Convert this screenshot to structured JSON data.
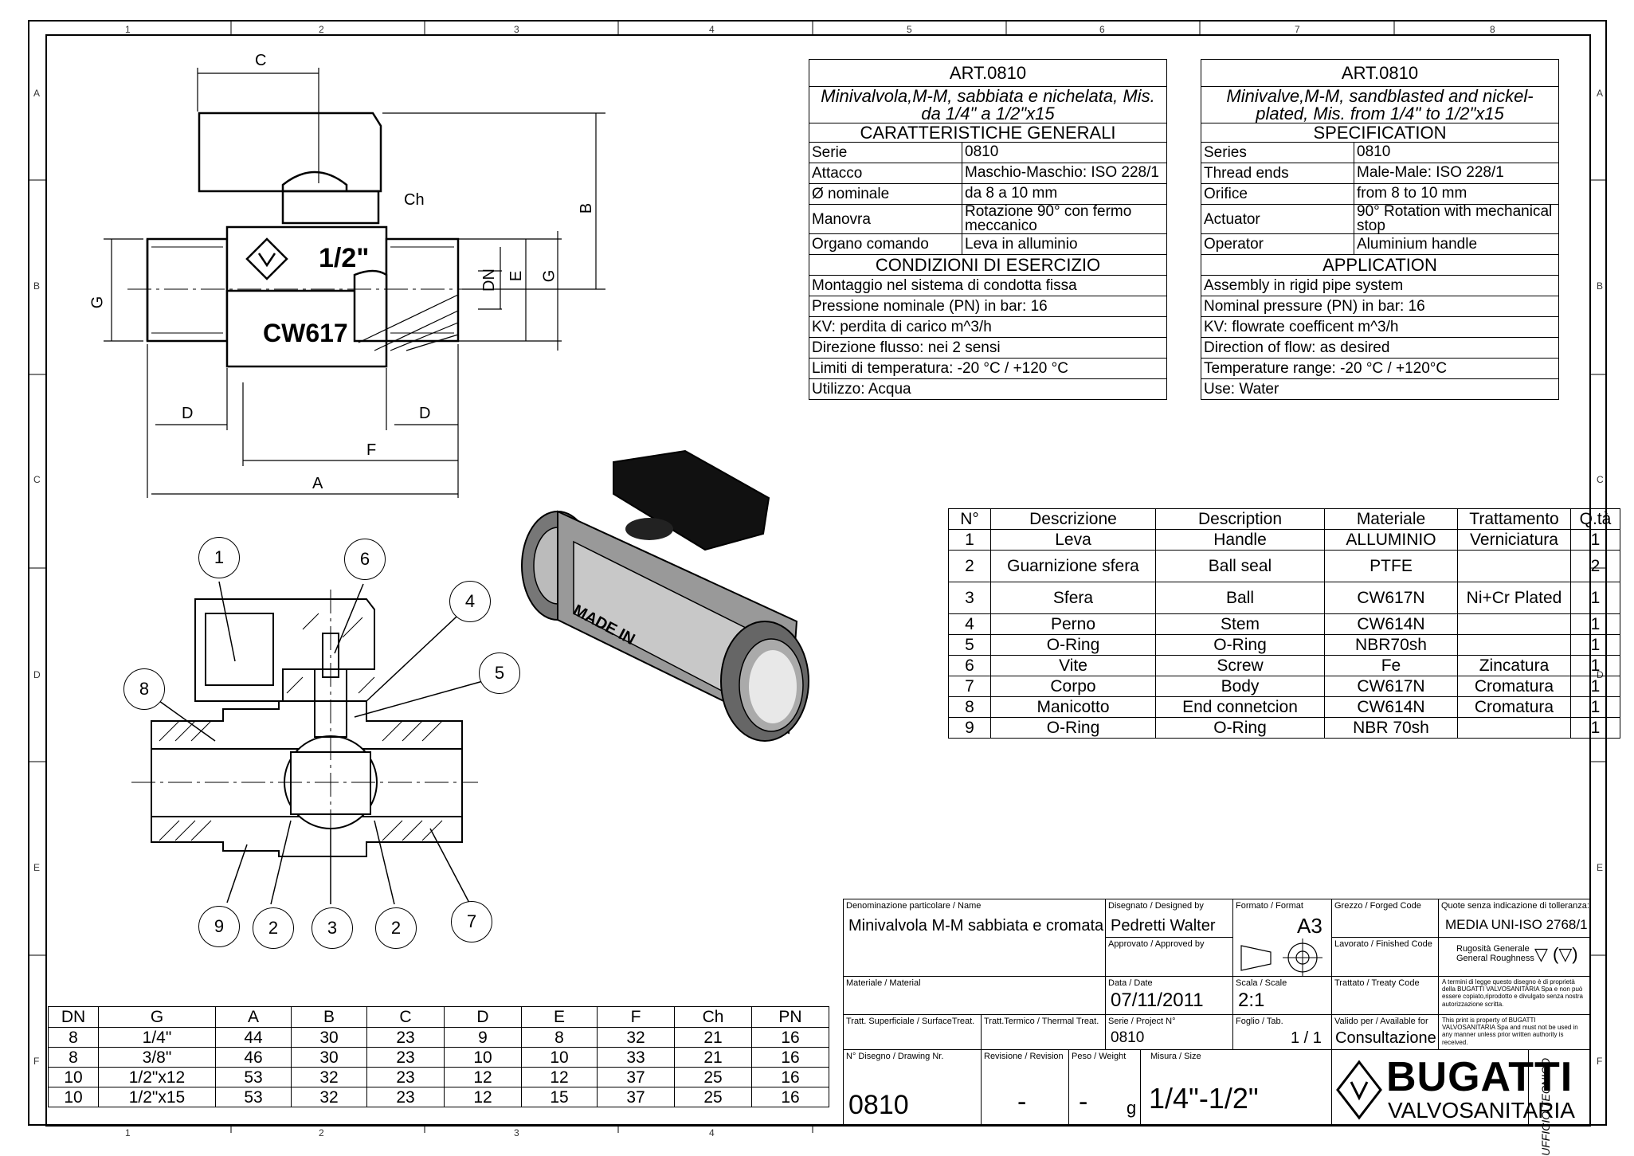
{
  "zones_top": [
    "1",
    "2",
    "3",
    "4",
    "5",
    "6",
    "7",
    "8"
  ],
  "zones_side": [
    "A",
    "B",
    "C",
    "D",
    "E",
    "F"
  ],
  "dims": {
    "C": "C",
    "B": "B",
    "Ch": "Ch",
    "DN": "DN",
    "E": "E",
    "G": "G",
    "D": "D",
    "F": "F",
    "A": "A",
    "size": "1/2\"",
    "brand": "CW617",
    "made_in": "MADE IN"
  },
  "balloons": [
    "1",
    "6",
    "4",
    "8",
    "5",
    "9",
    "2",
    "3",
    "2",
    "7"
  ],
  "spec_it": {
    "art": "ART.0810",
    "desc": "Minivalvola,M-M, sabbiata e nichelata, Mis. da 1/4\" a 1/2\"x15",
    "general": "CARATTERISTICHE GENERALI",
    "rows": [
      [
        "Serie",
        "0810"
      ],
      [
        "Attacco",
        "Maschio-Maschio: ISO 228/1"
      ],
      [
        "Ø nominale",
        "da 8 a 10 mm"
      ],
      [
        "Manovra",
        "Rotazione 90° con fermo meccanico"
      ],
      [
        "Organo comando",
        "Leva in alluminio"
      ]
    ],
    "conditions": "CONDIZIONI DI ESERCIZIO",
    "lines": [
      "Montaggio nel sistema di condotta fissa",
      "Pressione nominale (PN) in bar: 16",
      "KV: perdita di carico m^3/h",
      "Direzione flusso: nei 2 sensi",
      "Limiti di temperatura:  -20 °C / +120 °C",
      "Utilizzo: Acqua"
    ]
  },
  "spec_en": {
    "art": "ART.0810",
    "desc": "Minivalve,M-M, sandblasted and nickel-plated, Mis. from 1/4\" to 1/2\"x15",
    "general": "SPECIFICATION",
    "rows": [
      [
        "Series",
        "0810"
      ],
      [
        "Thread ends",
        "Male-Male: ISO 228/1"
      ],
      [
        "Orifice",
        "from 8 to 10 mm"
      ],
      [
        "Actuator",
        "90° Rotation with mechanical stop"
      ],
      [
        "Operator",
        "Aluminium handle"
      ]
    ],
    "conditions": "APPLICATION",
    "lines": [
      "Assembly in rigid pipe system",
      "Nominal pressure (PN) in bar: 16",
      "KV: flowrate coefficent m^3/h",
      "Direction of flow: as desired",
      "Temperature range: -20 °C  /  +120°C",
      "Use: Water"
    ]
  },
  "parts": {
    "headers": [
      "N°",
      "Descrizione",
      "Description",
      "Materiale",
      "Trattamento",
      "Q.tà"
    ],
    "rows": [
      [
        "1",
        "Leva",
        "Handle",
        "ALLUMINIO",
        "Verniciatura",
        "1"
      ],
      [
        "2",
        "Guarnizione sfera",
        "Ball seal",
        "PTFE",
        "",
        "2"
      ],
      [
        "3",
        "Sfera",
        "Ball",
        "CW617N",
        "Ni+Cr Plated",
        "1"
      ],
      [
        "4",
        "Perno",
        "Stem",
        "CW614N",
        "",
        "1"
      ],
      [
        "5",
        "O-Ring",
        "O-Ring",
        "NBR70sh",
        "",
        "1"
      ],
      [
        "6",
        "Vite",
        "Screw",
        "Fe",
        "Zincatura",
        "1"
      ],
      [
        "7",
        "Corpo",
        "Body",
        "CW617N",
        "Cromatura",
        "1"
      ],
      [
        "8",
        "Manicotto",
        "End connetcion",
        "CW614N",
        "Cromatura",
        "1"
      ],
      [
        "9",
        "O-Ring",
        "O-Ring",
        "NBR 70sh",
        "",
        "1"
      ]
    ]
  },
  "dimtable": {
    "headers": [
      "DN",
      "G",
      "A",
      "B",
      "C",
      "D",
      "E",
      "F",
      "Ch",
      "PN"
    ],
    "rows": [
      [
        "8",
        "1/4\"",
        "44",
        "30",
        "23",
        "9",
        "8",
        "32",
        "21",
        "16"
      ],
      [
        "8",
        "3/8\"",
        "46",
        "30",
        "23",
        "10",
        "10",
        "33",
        "21",
        "16"
      ],
      [
        "10",
        "1/2\"x12",
        "53",
        "32",
        "23",
        "12",
        "12",
        "37",
        "25",
        "16"
      ],
      [
        "10",
        "1/2\"x15",
        "53",
        "32",
        "23",
        "12",
        "15",
        "37",
        "25",
        "16"
      ]
    ]
  },
  "titleblock": {
    "name_label": "Denominazione particolare / Name",
    "name": "Minivalvola M-M sabbiata e cromata",
    "designed_label": "Disegnato / Designed by",
    "designed": "Pedretti Walter",
    "approved_label": "Approvato / Approved by",
    "format_label": "Formato / Format",
    "format": "A3",
    "forged_label": "Grezzo / Forged Code",
    "finished_label": "Lavorato / Finished Code",
    "tolerance_label": "Quote senza indicazione di tolleranza:",
    "tolerance": "MEDIA UNI-ISO 2768/1",
    "roughness1": "Rugosità Generale",
    "roughness2": "General Roughness",
    "material_label": "Materiale / Material",
    "date_label": "Data / Date",
    "date": "07/11/2011",
    "scale_label": "Scala / Scale",
    "scale": "2:1",
    "treaty_label": "Trattato / Treaty Code",
    "legal_it": "A termini di legge questo disegno è di proprietà della BUGATTI VALVOSANITARIA Spa e non può essere copiato,riprodotto e divulgato senza nostra autorizzazione scritta.",
    "surface_label": "Tratt. Superficiale / SurfaceTreat.",
    "thermal_label": "Tratt.Termico / Thermal Treat.",
    "project_label": "Serie / Project N°",
    "project": "0810",
    "sheet_label": "Foglio / Tab.",
    "sheet": "1 / 1",
    "valid_label": "Valido per / Available for",
    "valid": "Consultazione",
    "legal_en": "This print is property of BUGATTI VALVOSANITARIA Spa and must not be used in any manner unless prior written authority is received.",
    "drawing_label": "N° Disegno / Drawing Nr.",
    "drawing": "0810",
    "revision_label": "Revisione / Revision",
    "revision": "-",
    "weight_label": "Peso / Weight",
    "weight": "-",
    "weight_unit": "g",
    "size_label": "Misura / Size",
    "size": "1/4\"-1/2\"",
    "brand": "BUGATTI",
    "brand_sub": "VALVOSANITARIA",
    "office": "UFFICIO TECNICO"
  }
}
